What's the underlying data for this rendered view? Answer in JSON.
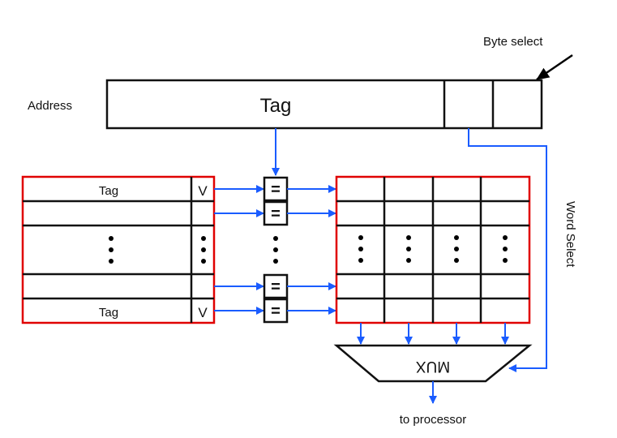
{
  "address": {
    "label": "Address",
    "tag_field": "Tag",
    "byte_select_label": "Byte select"
  },
  "tag_store": {
    "rows": [
      {
        "tag": "Tag",
        "valid": "V"
      },
      {
        "tag": "",
        "valid": ""
      },
      {
        "tag": "⋮",
        "valid": "⋮"
      },
      {
        "tag": "",
        "valid": ""
      },
      {
        "tag": "Tag",
        "valid": "V"
      }
    ]
  },
  "comparators": {
    "symbol": "=",
    "ellipsis": "⋮"
  },
  "data_store": {
    "columns": 4,
    "ellipsis": "⋮"
  },
  "word_select_label": "Word Select",
  "mux_label": "MUX",
  "output_label": "to processor",
  "colors": {
    "arrow": "#1a5cff",
    "array_border": "#e00000",
    "line": "#111111"
  }
}
